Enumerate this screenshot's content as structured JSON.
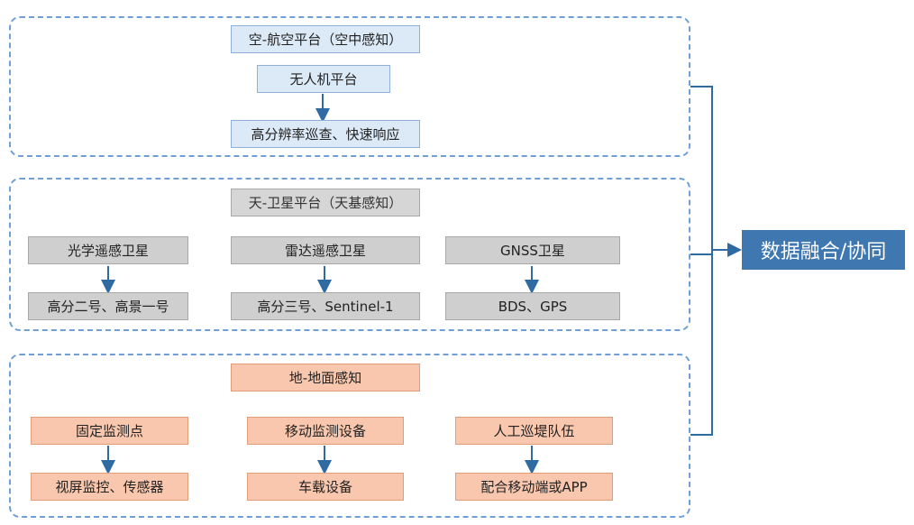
{
  "colors": {
    "accent": "#2f6aa3",
    "air_fill": "#dce9f7",
    "space_fill": "#cfcfcf",
    "ground_fill": "#f8c7ad",
    "result_fill": "#3f77b1"
  },
  "air": {
    "title": "空-航空平台（空中感知）",
    "platform": "无人机平台",
    "capability": "高分辨率巡查、快速响应"
  },
  "space": {
    "title": "天-卫星平台（天基感知）",
    "columns": [
      {
        "source": "光学遥感卫星",
        "example": "高分二号、高景一号"
      },
      {
        "source": "雷达遥感卫星",
        "example": "高分三号、Sentinel-1"
      },
      {
        "source": "GNSS卫星",
        "example": "BDS、GPS"
      }
    ]
  },
  "ground": {
    "title": "地-地面感知",
    "columns": [
      {
        "source": "固定监测点",
        "example": "视屏监控、传感器"
      },
      {
        "source": "移动监测设备",
        "example": "车载设备"
      },
      {
        "source": "人工巡堤队伍",
        "example": "配合移动端或APP"
      }
    ]
  },
  "result": "数据融合/协同"
}
